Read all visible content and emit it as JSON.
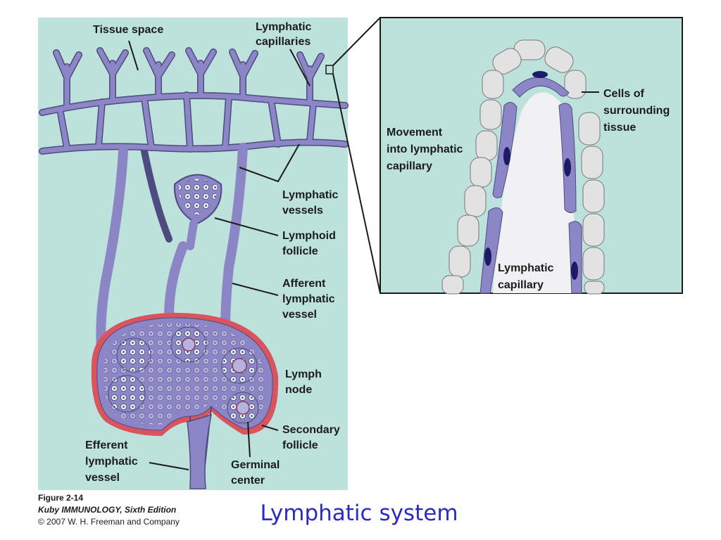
{
  "diagram": {
    "labels": {
      "tissue_space": "Tissue space",
      "lymphatic_capillaries_1": "Lymphatic",
      "lymphatic_capillaries_2": "capillaries",
      "lymphatic_vessels_1": "Lymphatic",
      "lymphatic_vessels_2": "vessels",
      "lymphoid_follicle_1": "Lymphoid",
      "lymphoid_follicle_2": "follicle",
      "afferent_1": "Afferent",
      "afferent_2": "lymphatic",
      "afferent_3": "vessel",
      "lymph_node_1": "Lymph",
      "lymph_node_2": "node",
      "secondary_follicle_1": "Secondary",
      "secondary_follicle_2": "follicle",
      "germinal_center_1": "Germinal",
      "germinal_center_2": "center",
      "efferent_1": "Efferent",
      "efferent_2": "lymphatic",
      "efferent_3": "vessel",
      "cells_surrounding_1": "Cells of",
      "cells_surrounding_2": "surrounding",
      "cells_surrounding_3": "tissue",
      "movement_1": "Movement",
      "movement_2": "into lymphatic",
      "movement_3": "capillary",
      "lymphatic_capillary_1": "Lymphatic",
      "lymphatic_capillary_2": "capillary"
    },
    "colors": {
      "background": "#bde2dc",
      "vessel": "#8c86c6",
      "vessel_outline": "#4e4b80",
      "node_capsule": "#d9545c",
      "endothelial_nucleus": "#1d1a66",
      "surrounding_cell": "#e2e2e2"
    }
  },
  "caption": {
    "figure": "Figure 2-14",
    "book": "Kuby IMMUNOLOGY, Sixth Edition",
    "copyright": "© 2007 W. H. Freeman and Company"
  },
  "title": "Lymphatic system"
}
